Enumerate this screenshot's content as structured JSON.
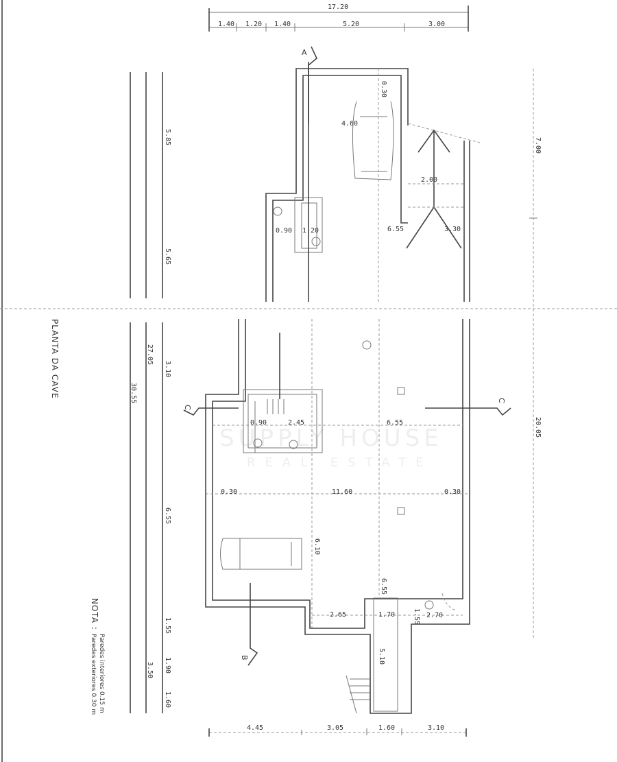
{
  "title": "PLANTA DA CAVE",
  "note": {
    "heading": "NOTA :",
    "line1": "Paredes exteriores 0.30 m",
    "line2": "Paredes interiores 0.15 m"
  },
  "watermark": {
    "line1": "SUPPLY HOUSE",
    "line2": "REAL ESTATE"
  },
  "top_dims": {
    "total": "17.20",
    "segments": [
      "1.40",
      "1.20",
      "1.40",
      "5.20",
      "3.00"
    ]
  },
  "bottom_dims": [
    "4.45",
    "3.05",
    "1.60",
    "3.10"
  ],
  "left_dims": {
    "upper1": "5.85",
    "upper2": "5.65",
    "total_inner": "27.05",
    "total": "30.55",
    "seg_a": "3.10",
    "seg_b": "6.55",
    "seg_c": "1.55",
    "seg_d": "1.90",
    "seg_e": "3.50",
    "seg_f": "1.60"
  },
  "right_dims": [
    "7.00",
    "20.05"
  ],
  "plan_dims": {
    "top_wall": "0.30",
    "car_top": "4.60",
    "ramp": "2.00",
    "upper_655": "6.55",
    "upper_330": "3.30",
    "upper_090": "0.90",
    "upper_120": "1.20",
    "stair_090": "0.90",
    "stair_245": "2.45",
    "mid_655": "6.55",
    "wall_left": "0.30",
    "width": "11.60",
    "wall_right": "0.30",
    "depth_610": "6.10",
    "depth_655": "6.55",
    "bot_265": "2.65",
    "bot_170": "1.70",
    "bot_155": "1.55",
    "bot_270": "2.70",
    "stair_510": "5.10"
  },
  "section_markers": {
    "a": "A",
    "b": "B",
    "c_left": "C",
    "c_right": "C"
  }
}
